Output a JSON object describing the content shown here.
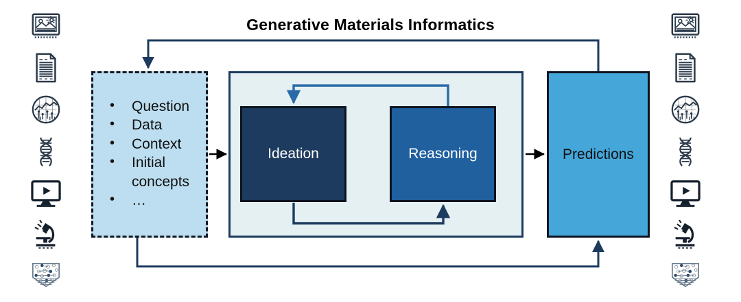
{
  "diagram": {
    "title": "Generative Materials Informatics",
    "input_box": {
      "name": "inputs",
      "items": [
        "Question",
        "Data",
        "Context",
        "Initial",
        "concepts",
        "…"
      ]
    },
    "process_panel": {
      "boxes": [
        {
          "label": "Ideation",
          "color": "#1d3b5e"
        },
        {
          "label": "Reasoning",
          "color": "#20609f"
        }
      ]
    },
    "output_box": {
      "label": "Predictions",
      "color": "#44a6d9"
    },
    "icons": [
      "image-icon",
      "document-icon",
      "data-plot-icon",
      "dna-icon",
      "video-player-icon",
      "microscope-icon",
      "nanostructure-icon"
    ],
    "arrows": [
      {
        "name": "input-to-process",
        "color": "#000000"
      },
      {
        "name": "process-to-predictions",
        "color": "#000000"
      },
      {
        "name": "reasoning-to-ideation-loop",
        "color": "#2a6aa8"
      },
      {
        "name": "ideation-to-reasoning-loop",
        "color": "#1d3b5e"
      },
      {
        "name": "predictions-to-input-feedback",
        "color": "#1d3b5e"
      },
      {
        "name": "input-to-predictions-feedback",
        "color": "#1d3b5e"
      }
    ],
    "colors": {
      "input_fill": "#bcdef0",
      "panel_fill": "#e4f0f2",
      "ideation_fill": "#1d3b5e",
      "reasoning_fill": "#20609f",
      "predictions_fill": "#44a6d9",
      "border_dark": "#0d1420",
      "arrow_navy": "#1d3b5e"
    }
  }
}
